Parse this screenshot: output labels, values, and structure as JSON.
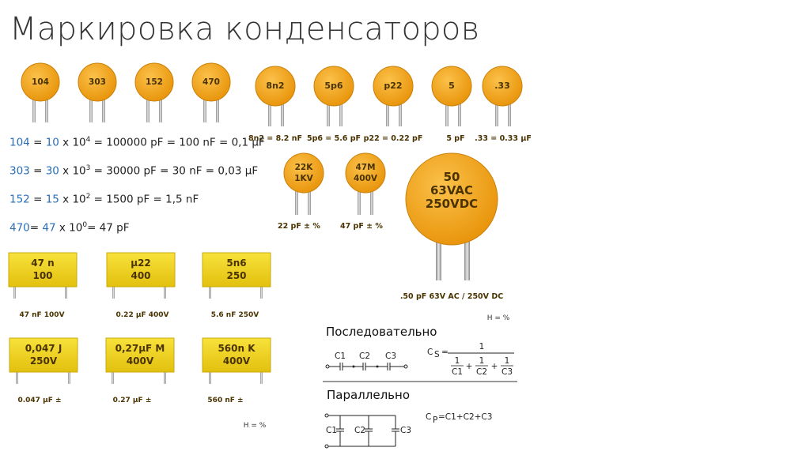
{
  "title": "Маркировка конденсаторов",
  "ceramic_small": [
    {
      "code": "104"
    },
    {
      "code": "303"
    },
    {
      "code": "152"
    },
    {
      "code": "470"
    }
  ],
  "ceramic_mid": [
    {
      "code": "8n2",
      "caption": "8n2 = 8.2 nF"
    },
    {
      "code": "5p6",
      "caption": "5p6 = 5.6 pF"
    },
    {
      "code": "p22",
      "caption": "p22 = 0.22 pF"
    },
    {
      "code": "5",
      "caption": "5 pF"
    },
    {
      "code": ".33",
      "caption": ".33 = 0.33 µF"
    }
  ],
  "ceramic_hv": [
    {
      "line1": "22K",
      "line2": "1KV",
      "caption": "22 pF ± %"
    },
    {
      "line1": "47M",
      "line2": "400V",
      "caption": "47 pF ± %"
    }
  ],
  "ceramic_large": {
    "line1": "50",
    "line2": "63VAC",
    "line3": "250VDC",
    "caption": ".50 pF 63V AC / 250V DC"
  },
  "formulas": [
    {
      "code": "104",
      "eq": " = ",
      "mant": "10",
      "x": " x 10",
      "exp": "4",
      "rest": " = 100000 pF = 100 nF = 0,1 µF"
    },
    {
      "code": "303",
      "eq": " = ",
      "mant": "30",
      "x": " x 10",
      "exp": "3",
      "rest": " = 30000 pF = 30 nF = 0,03 µF"
    },
    {
      "code": "152",
      "eq": " = ",
      "mant": "15",
      "x": " x 10",
      "exp": "2",
      "rest": " = 1500 pF = 1,5 nF"
    },
    {
      "code": "470",
      "eq": "= ",
      "mant": "47",
      "x": " x 10",
      "exp": "0",
      "rest": "= 47 pF"
    }
  ],
  "film_row1": [
    {
      "line1": "47 n",
      "line2": "100",
      "caption": "47 nF 100V"
    },
    {
      "line1": "µ22",
      "line2": "400",
      "caption": "0.22 µF 400V"
    },
    {
      "line1": "5n6",
      "line2": "250",
      "caption": "5.6 nF 250V"
    }
  ],
  "film_row2": [
    {
      "line1": "0,047 J",
      "line2": "250V",
      "caption": "0.047 µF ±"
    },
    {
      "line1": "0,27µF M",
      "line2": "400V",
      "caption": "0.27 µF ±"
    },
    {
      "line1": "560n K",
      "line2": "400V",
      "caption": "560 nF ±"
    }
  ],
  "note_h1": "H = %",
  "note_h2": "H = %",
  "series": {
    "heading": "Последовательно",
    "c1": "C1",
    "c2": "C2",
    "c3": "C3",
    "cs": "C",
    "cs_sub": "S",
    "eq": "=",
    "one": "1",
    "plus": "+"
  },
  "parallel": {
    "heading": "Параллельно",
    "c1": "C1",
    "c2": "C2",
    "c3": "C3",
    "cp": "C",
    "cp_sub": "P",
    "expr": "=C1+C2+C3"
  },
  "colors": {
    "ceramic": "#f5a623",
    "ceramic_dark": "#d9870f",
    "film": "#f2d21b",
    "film_dark": "#c9ab0e",
    "lead": "#b8b8b8",
    "code_blue": "#2a6eb5"
  }
}
